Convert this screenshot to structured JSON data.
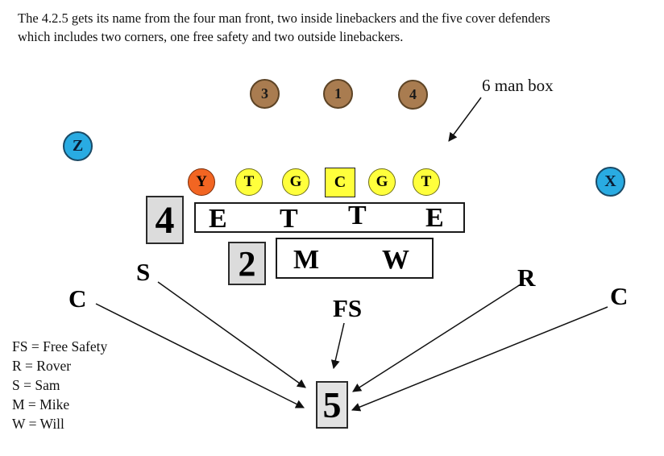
{
  "title": "The 4.2.5 gets its name from the four man front, two inside linebackers and the five cover defenders which includes two corners, one free safety and two outside linebackers.",
  "six_man_box_label": "6 man box",
  "backfield": [
    "3",
    "1",
    "4"
  ],
  "receivers": {
    "left": "Z",
    "right": "X"
  },
  "offensive_line": [
    "Y",
    "T",
    "G",
    "C",
    "G",
    "T"
  ],
  "defense": {
    "front_count": "4",
    "front": [
      "E",
      "T",
      "T",
      "E"
    ],
    "lb_count": "2",
    "linebackers": [
      "M",
      "W"
    ],
    "secondary_count": "5",
    "position_labels": {
      "sam": "S",
      "corner_left": "C",
      "free_safety": "FS",
      "rover": "R",
      "corner_right": "C"
    }
  },
  "legend": [
    "FS = Free Safety",
    "R = Rover",
    "S = Sam",
    "M = Mike",
    "W = Will"
  ],
  "colors": {
    "backfield_brown": "#a97c50",
    "receiver_blue": "#29abe2",
    "tight_end_orange": "#f26522",
    "line_yellow": "#ffff3c",
    "count_box_gray": "#dcdcdc"
  }
}
